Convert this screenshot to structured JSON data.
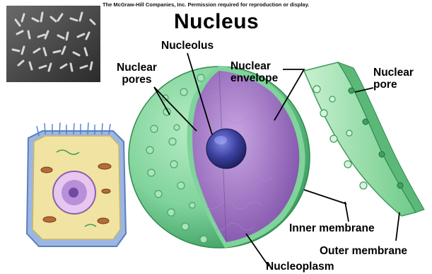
{
  "copyright": "The McGraw-Hill Companies, Inc. Permission required for reproduction or display.",
  "title": "Nucleus",
  "labels": {
    "nucleolus": "Nucleolus",
    "nuclear_pores": [
      "Nuclear",
      "pores"
    ],
    "nuclear_envelope": [
      "Nuclear",
      "envelope"
    ],
    "nuclear_pore": [
      "Nuclear",
      "pore"
    ],
    "inner_membrane": "Inner membrane",
    "outer_membrane": "Outer membrane",
    "nucleoplasm": "Nucleoplasm"
  },
  "colors": {
    "envelope_green": "#7fd39b",
    "nucleoplasm_purple": "#9c6fc0",
    "nucleolus_blue": "#3a3f9e",
    "membrane_green": "#a8e6b3",
    "cell_yellow": "#f1e3a1",
    "cell_blue": "#9bb6e3"
  }
}
